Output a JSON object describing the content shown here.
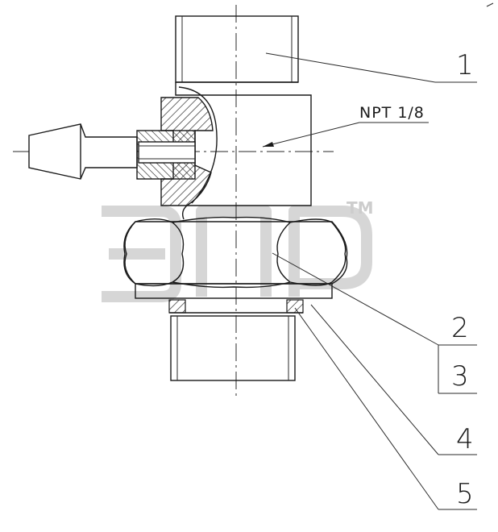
{
  "thread_label": "NPT 1/8",
  "callouts": [
    "1",
    "2",
    "3",
    "4",
    "5"
  ],
  "watermark_mark": "TM",
  "colors": {
    "line": "#1a1a1a",
    "watermark": "#d2d2d2",
    "background": "#ffffff"
  }
}
